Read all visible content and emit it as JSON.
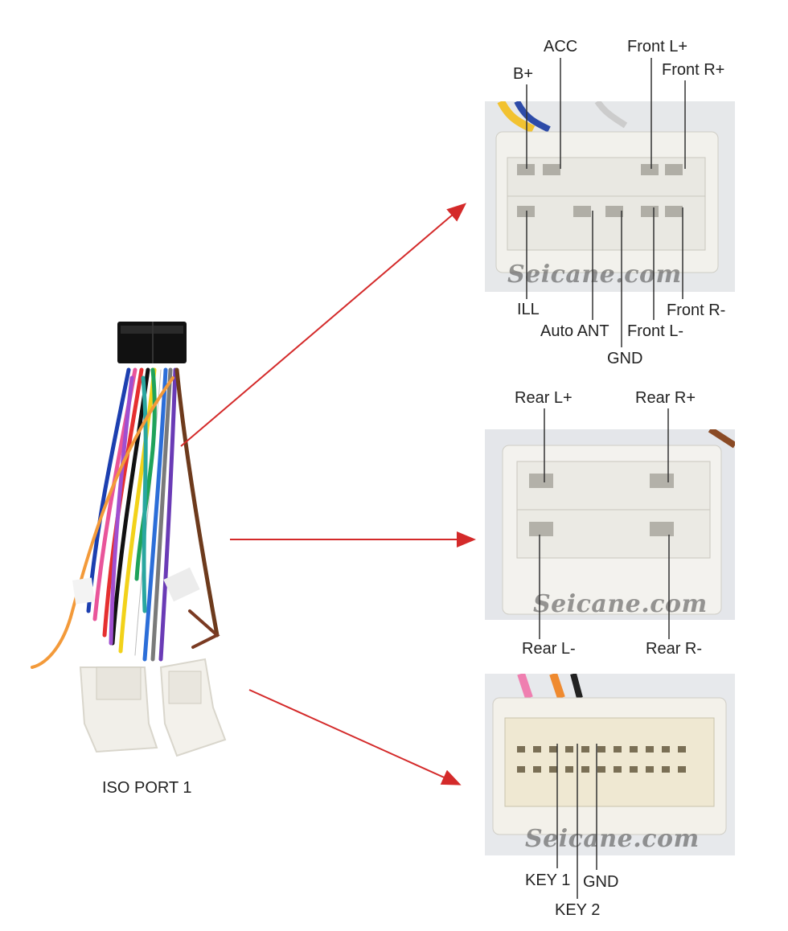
{
  "harness": {
    "label": "ISO PORT 1"
  },
  "watermark": "Seicane.com",
  "connector1": {
    "labels": {
      "acc": "ACC",
      "front_l_plus": "Front L+",
      "b_plus": "B+",
      "front_r_plus": "Front R+",
      "ill": "ILL",
      "front_r_minus": "Front R-",
      "auto_ant": "Auto ANT",
      "front_l_minus": "Front L-",
      "gnd": "GND"
    }
  },
  "connector2": {
    "labels": {
      "rear_l_plus": "Rear L+",
      "rear_r_plus": "Rear R+",
      "rear_l_minus": "Rear L-",
      "rear_r_minus": "Rear R-"
    }
  },
  "connector3": {
    "labels": {
      "key1": "KEY 1",
      "gnd": "GND",
      "key2": "KEY 2"
    }
  },
  "colors": {
    "arrow": "#d42a2a",
    "connector_body": "#f1f0ec",
    "photo_bg": "#e9ecef"
  }
}
